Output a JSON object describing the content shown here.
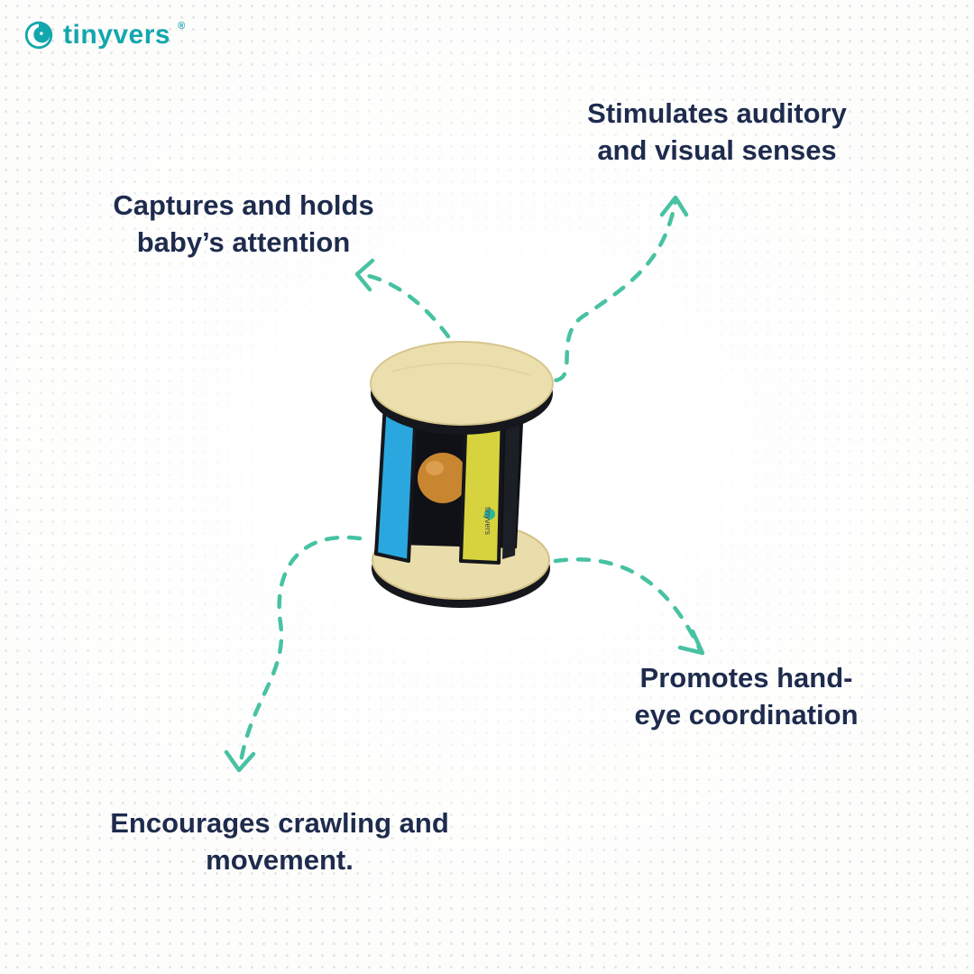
{
  "brand": {
    "name": "tinyvers",
    "registered": "®"
  },
  "callouts": [
    {
      "id": "captures-attention",
      "lines": [
        "Captures and holds",
        "baby’s attention"
      ]
    },
    {
      "id": "stimulates-senses",
      "lines": [
        "Stimulates auditory",
        "and visual senses"
      ]
    },
    {
      "id": "promotes-coordination",
      "lines": [
        "Promotes hand-",
        "eye coordination"
      ]
    },
    {
      "id": "encourages-movement",
      "lines": [
        "Encourages crawling and",
        "movement."
      ]
    }
  ],
  "toy": {
    "name": "wooden rattle roller toy",
    "print": "tinyvers",
    "colors": {
      "wood": "#ead9a8",
      "blue": "#2aa7df",
      "yellow": "#d7d33e",
      "ball": "#c98630",
      "green": "#2db79b",
      "edge": "#16171c"
    }
  },
  "style": {
    "text_color": "#1e2b4d",
    "arrow_color": "#47c2a2",
    "brand_color": "#12a7ad",
    "background_dot_color": "#d8dadd"
  }
}
